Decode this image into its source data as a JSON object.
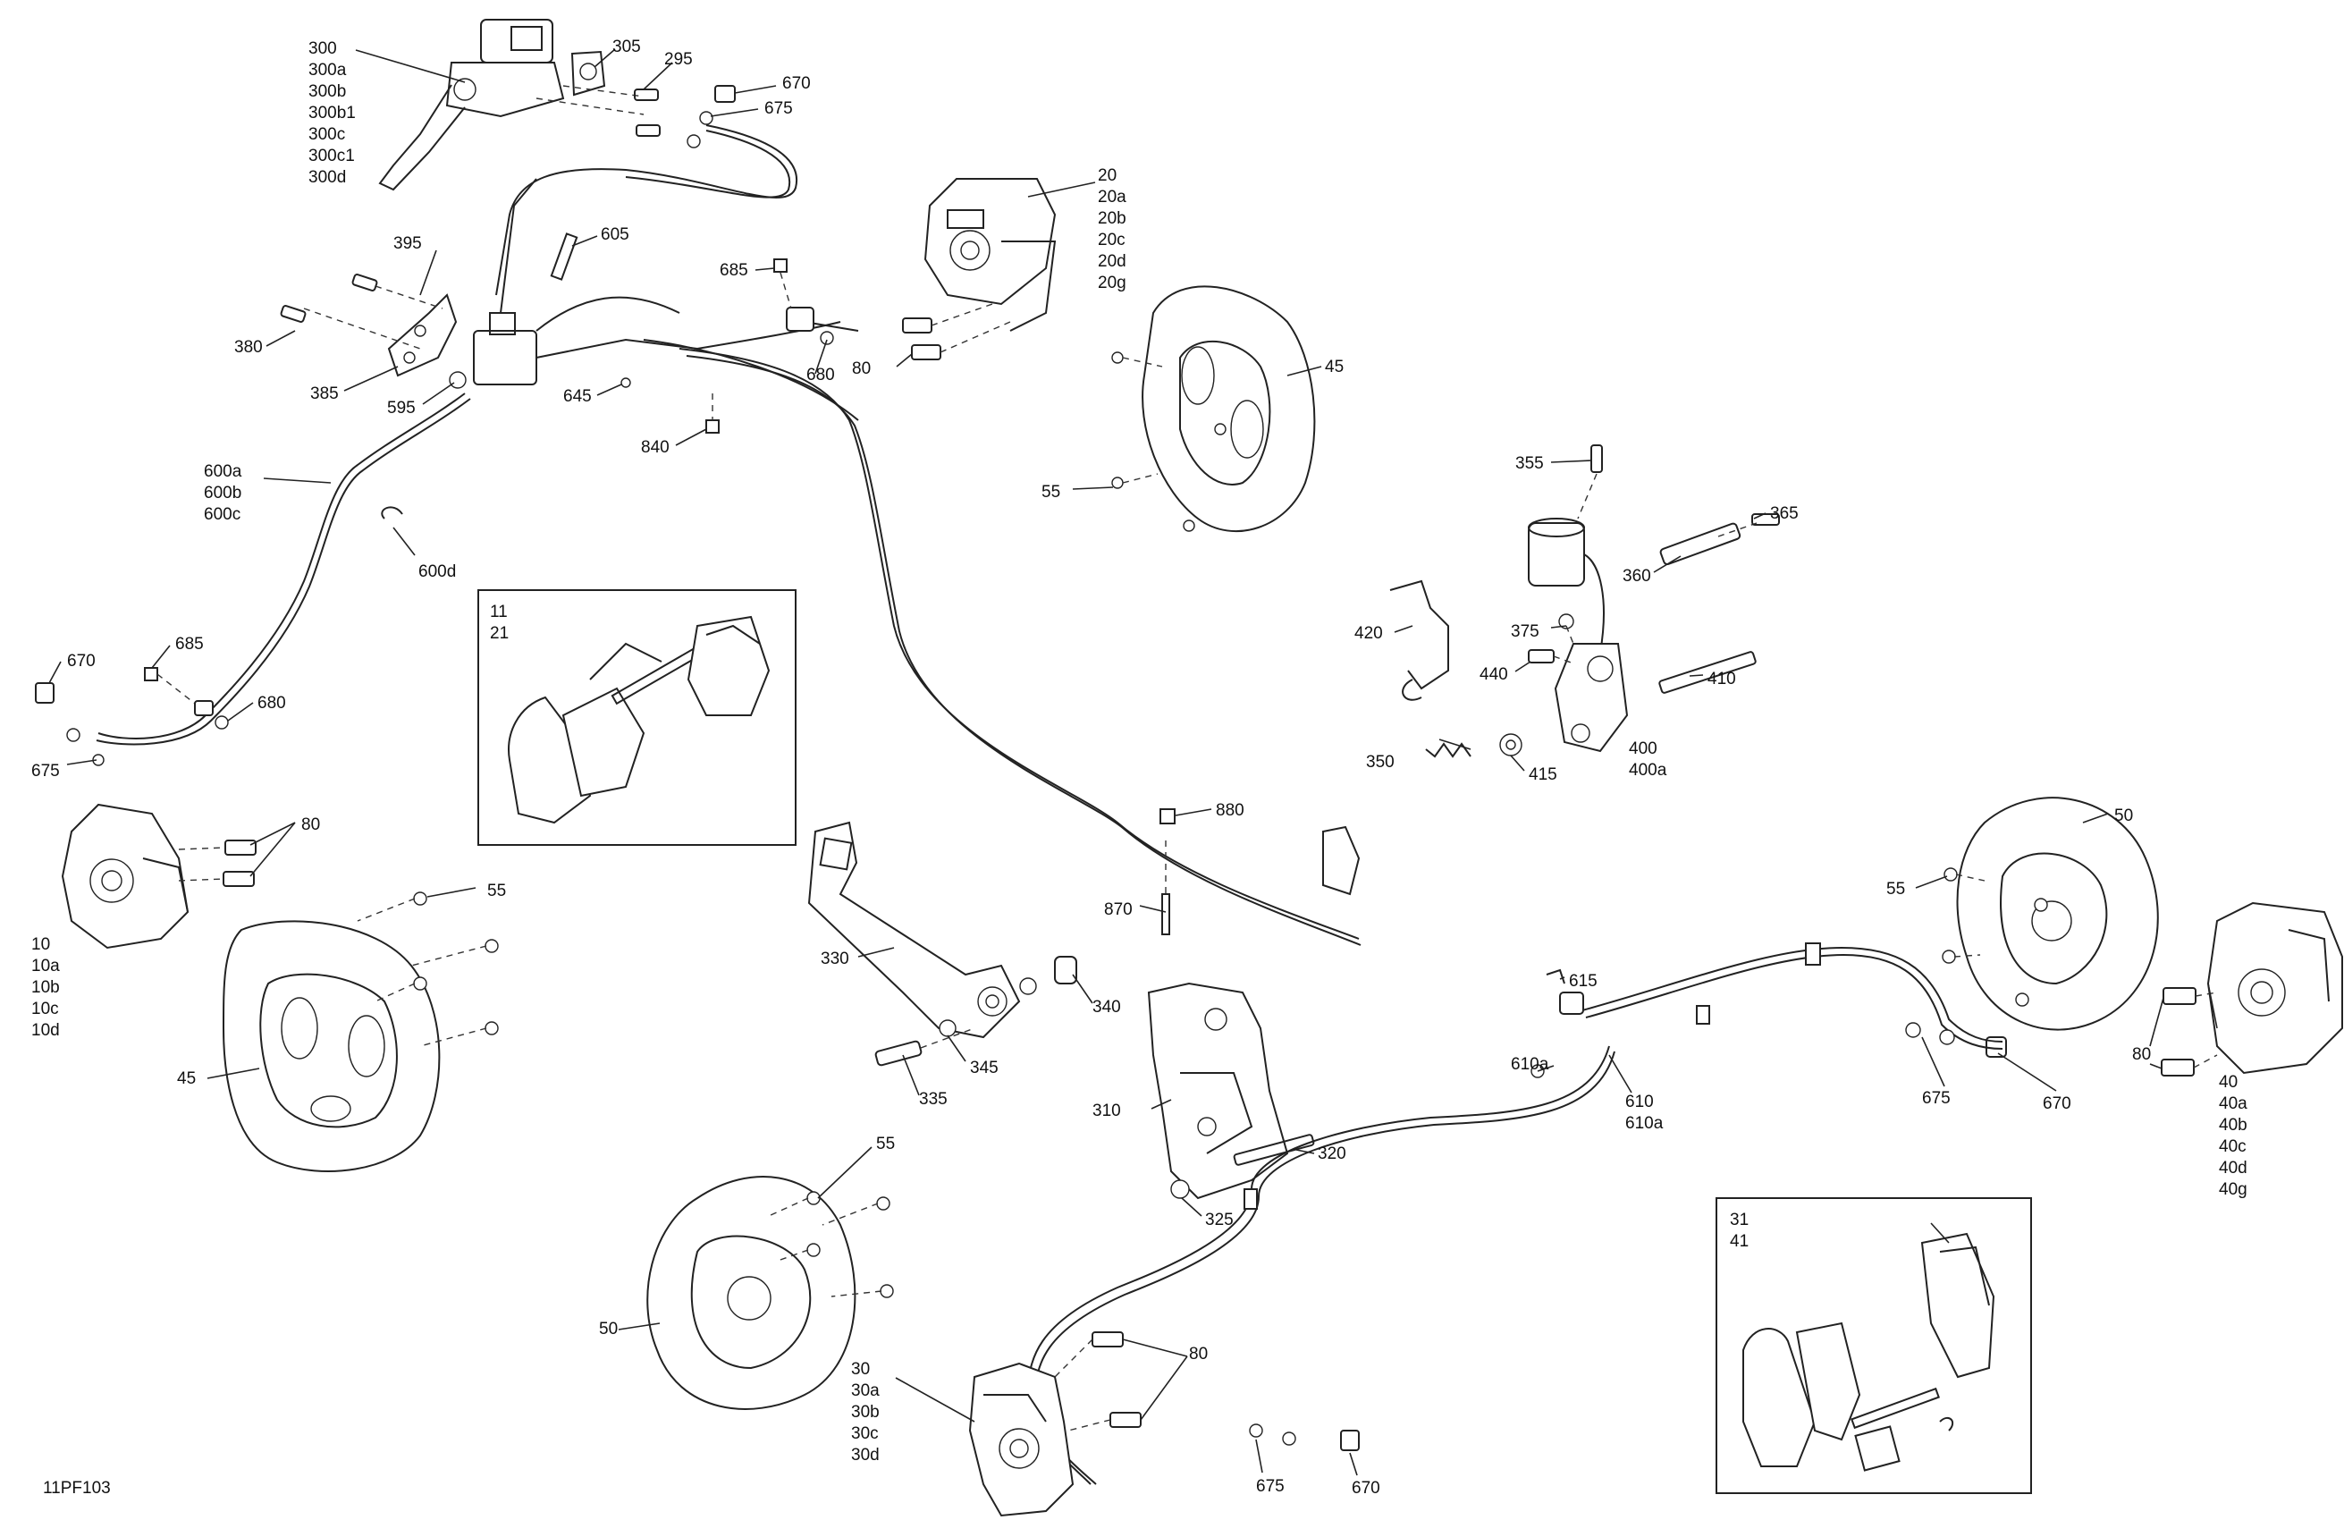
{
  "figure_id": "11PF103",
  "callouts": {
    "c300": [
      "300",
      "300a",
      "300b",
      "300b1",
      "300c",
      "300c1",
      "300d"
    ],
    "c305": "305",
    "c295": "295",
    "c670a": "670",
    "c675a": "675",
    "c20": [
      "20",
      "20a",
      "20b",
      "20c",
      "20d",
      "20g"
    ],
    "c395": "395",
    "c605": "605",
    "c685a": "685",
    "c380": "380",
    "c385": "385",
    "c595": "595",
    "c645": "645",
    "c680a": "680",
    "c80a": "80",
    "c45a": "45",
    "c840": "840",
    "c600": [
      "600a",
      "600b",
      "600c"
    ],
    "c600d": "600d",
    "c55a": "55",
    "c355": "355",
    "c365": "365",
    "c360": "360",
    "c11": [
      "11",
      "21"
    ],
    "c420": "420",
    "c375": "375",
    "c410": "410",
    "c440": "440",
    "c670b": "670",
    "c685b": "685",
    "c680b": "680",
    "c675b": "675",
    "c400": [
      "400",
      "400a"
    ],
    "c350": "350",
    "c415": "415",
    "c80b": "80",
    "c10": [
      "10",
      "10a",
      "10b",
      "10c",
      "10d"
    ],
    "c55b": "55",
    "c880": "880",
    "c50a": "50",
    "c55c": "55",
    "c870": "870",
    "c330": "330",
    "c615": "615",
    "c340": "340",
    "c45b": "45",
    "c345": "345",
    "c335": "335",
    "c610a": "610a",
    "c310": "310",
    "c610": [
      "610",
      "610a"
    ],
    "c675c": "675",
    "c670c": "670",
    "c80c": "80",
    "c40": [
      "40",
      "40a",
      "40b",
      "40c",
      "40d",
      "40g"
    ],
    "c320": "320",
    "c55d": "55",
    "c325": "325",
    "c31": [
      "31",
      "41"
    ],
    "c50b": "50",
    "c30": [
      "30",
      "30a",
      "30b",
      "30c",
      "30d"
    ],
    "c80d": "80",
    "c675d": "675",
    "c670d": "670"
  }
}
